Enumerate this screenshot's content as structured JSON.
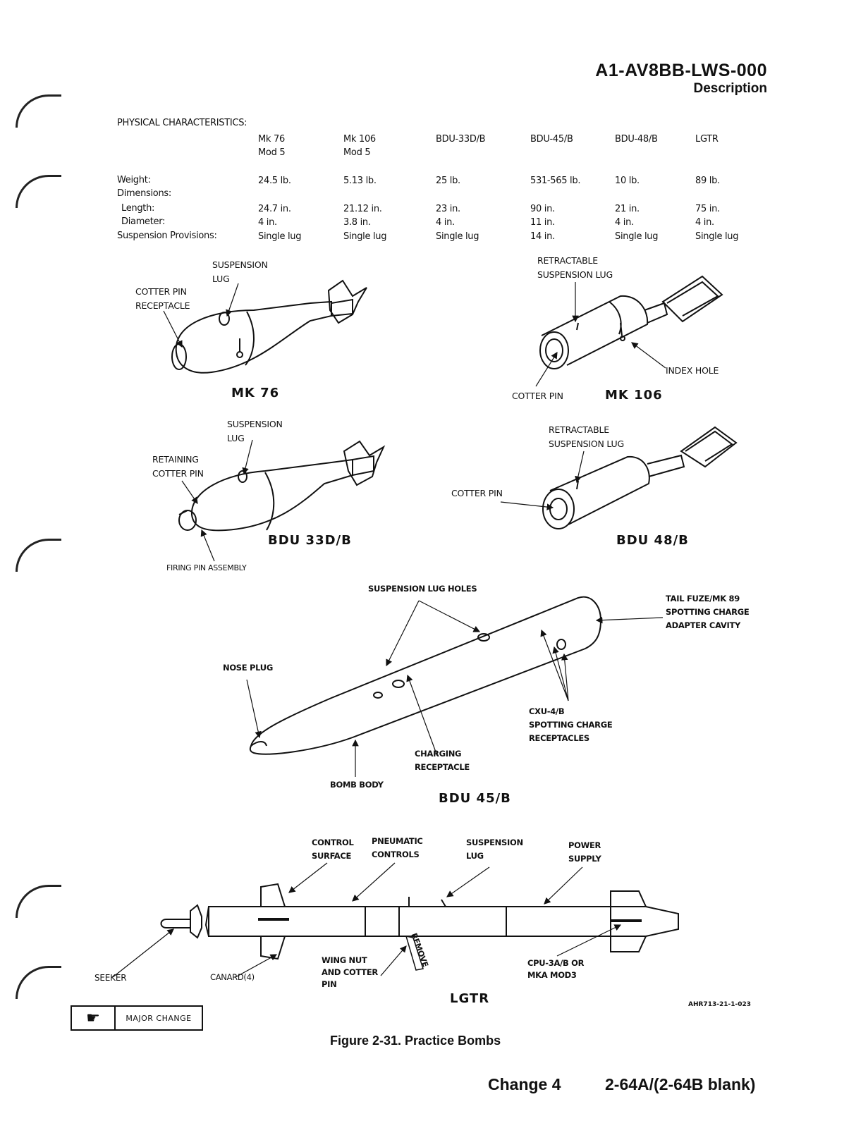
{
  "header": {
    "doc_code": "A1-AV8BB-LWS-000",
    "section": "Description"
  },
  "physical_characteristics": {
    "title": "PHYSICAL CHARACTERISTICS:",
    "columns": [
      {
        "line1": "Mk 76",
        "line2": "Mod 5"
      },
      {
        "line1": "Mk 106",
        "line2": "Mod 5"
      },
      {
        "line1": "BDU-33D/B",
        "line2": ""
      },
      {
        "line1": "BDU-45/B",
        "line2": ""
      },
      {
        "line1": "BDU-48/B",
        "line2": ""
      },
      {
        "line1": "LGTR",
        "line2": ""
      }
    ],
    "rows": [
      {
        "label": "Weight:",
        "values": [
          "24.5 lb.",
          "5.13 lb.",
          "25 lb.",
          "531-565 lb.",
          "10 lb.",
          "89 lb."
        ]
      },
      {
        "label": "Dimensions:",
        "values": [
          "",
          "",
          "",
          "",
          "",
          ""
        ]
      },
      {
        "label": "Length:",
        "values": [
          "24.7 in.",
          "21.12 in.",
          "23 in.",
          "90 in.",
          "21 in.",
          "75 in."
        ]
      },
      {
        "label": "Diameter:",
        "values": [
          "4 in.",
          "3.8 in.",
          "4 in.",
          "11 in.",
          "4 in.",
          "4 in."
        ]
      },
      {
        "label": "Suspension Provisions:",
        "values": [
          "Single lug",
          "Single lug",
          "Single lug",
          "14 in.",
          "Single lug",
          "Single lug"
        ]
      }
    ]
  },
  "figures": {
    "mk76": {
      "name": "MK 76",
      "labels": {
        "suspension_lug": "SUSPENSION\nLUG",
        "cotter_pin_receptacle": "COTTER PIN\nRECEPTACLE"
      }
    },
    "mk106": {
      "name": "MK 106",
      "labels": {
        "retractable_lug": "RETRACTABLE\nSUSPENSION LUG",
        "index_hole": "INDEX HOLE",
        "cotter_pin": "COTTER PIN"
      }
    },
    "bdu33": {
      "name": "BDU 33D/B",
      "labels": {
        "suspension_lug": "SUSPENSION\nLUG",
        "retaining_cotter_pin": "RETAINING\nCOTTER PIN",
        "firing_pin_assembly": "FIRING PIN ASSEMBLY"
      }
    },
    "bdu48": {
      "name": "BDU 48/B",
      "labels": {
        "retractable_lug": "RETRACTABLE\nSUSPENSION LUG",
        "cotter_pin": "COTTER PIN"
      }
    },
    "bdu45": {
      "name": "BDU 45/B",
      "labels": {
        "suspension_lug_holes": "SUSPENSION LUG HOLES",
        "tail_fuze": "TAIL FUZE/MK 89\nSPOTTING CHARGE\nADAPTER CAVITY",
        "nose_plug": "NOSE PLUG",
        "cxu": "CXU-4/B\nSPOTTING CHARGE\nRECEPTACLES",
        "charging_receptacle": "CHARGING\nRECEPTACLE",
        "bomb_body": "BOMB BODY"
      }
    },
    "lgtr": {
      "name": "LGTR",
      "labels": {
        "control_surface": "CONTROL\nSURFACE",
        "pneumatic_controls": "PNEUMATIC\nCONTROLS",
        "suspension_lug": "SUSPENSION\nLUG",
        "power_supply": "POWER\nSUPPLY",
        "seeker": "SEEKER",
        "canard": "CANARD(4)",
        "wing_nut": "WING NUT\nAND COTTER\nPIN",
        "remove": "REMOVE",
        "cpu": "CPU-3A/B OR\nMKA MOD3"
      }
    }
  },
  "major_change": "MAJOR CHANGE",
  "figure_id": "AHR713-21-1-023",
  "caption": "Figure 2-31. Practice Bombs",
  "footer": {
    "change": "Change 4",
    "page": "2-64A/(2-64B blank)"
  }
}
